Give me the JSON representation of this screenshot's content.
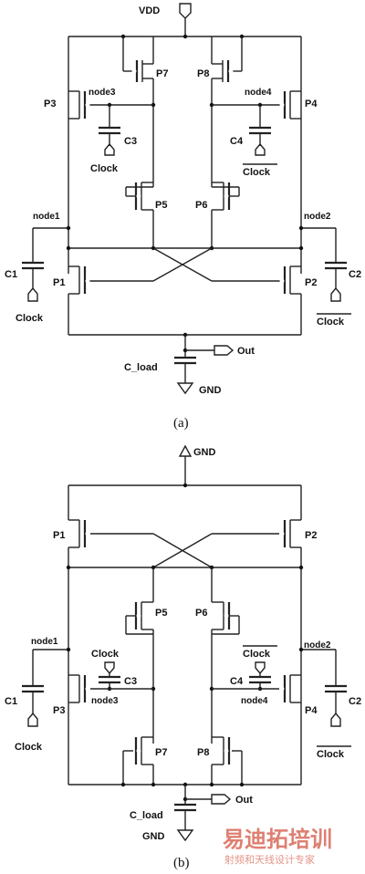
{
  "circuit_a": {
    "vdd": "VDD",
    "transistors": {
      "p1": "P1",
      "p2": "P2",
      "p3": "P3",
      "p4": "P4",
      "p5": "P5",
      "p6": "P6",
      "p7": "P7",
      "p8": "P8"
    },
    "nodes": {
      "node1": "node1",
      "node2": "node2",
      "node3": "node3",
      "node4": "node4"
    },
    "caps": {
      "c1": "C1",
      "c2": "C2",
      "c3": "C3",
      "c4": "C4",
      "c_load": "C_load"
    },
    "clocks": {
      "c1_clock": "Clock",
      "c2_clock": "Clock",
      "c3_clock": "Clock",
      "c4_clock": "Clock"
    },
    "out": "Out",
    "gnd": "GND",
    "caption": "(a)"
  },
  "circuit_b": {
    "gnd_top": "GND",
    "transistors": {
      "p1": "P1",
      "p2": "P2",
      "p3": "P3",
      "p4": "P4",
      "p5": "P5",
      "p6": "P6",
      "p7": "P7",
      "p8": "P8"
    },
    "nodes": {
      "node1": "node1",
      "node2": "node2",
      "node3": "node3",
      "node4": "node4"
    },
    "caps": {
      "c1": "C1",
      "c2": "C2",
      "c3": "C3",
      "c4": "C4",
      "c_load": "C_load"
    },
    "clocks": {
      "c1_clock": "Clock",
      "c2_clock": "Clock",
      "c3_clock": "Clock",
      "c4_clock": "Clock"
    },
    "out": "Out",
    "gnd": "GND",
    "caption": "(b)"
  },
  "watermark": {
    "title": "易迪拓培训",
    "subtitle": "射频和天线设计专家"
  }
}
